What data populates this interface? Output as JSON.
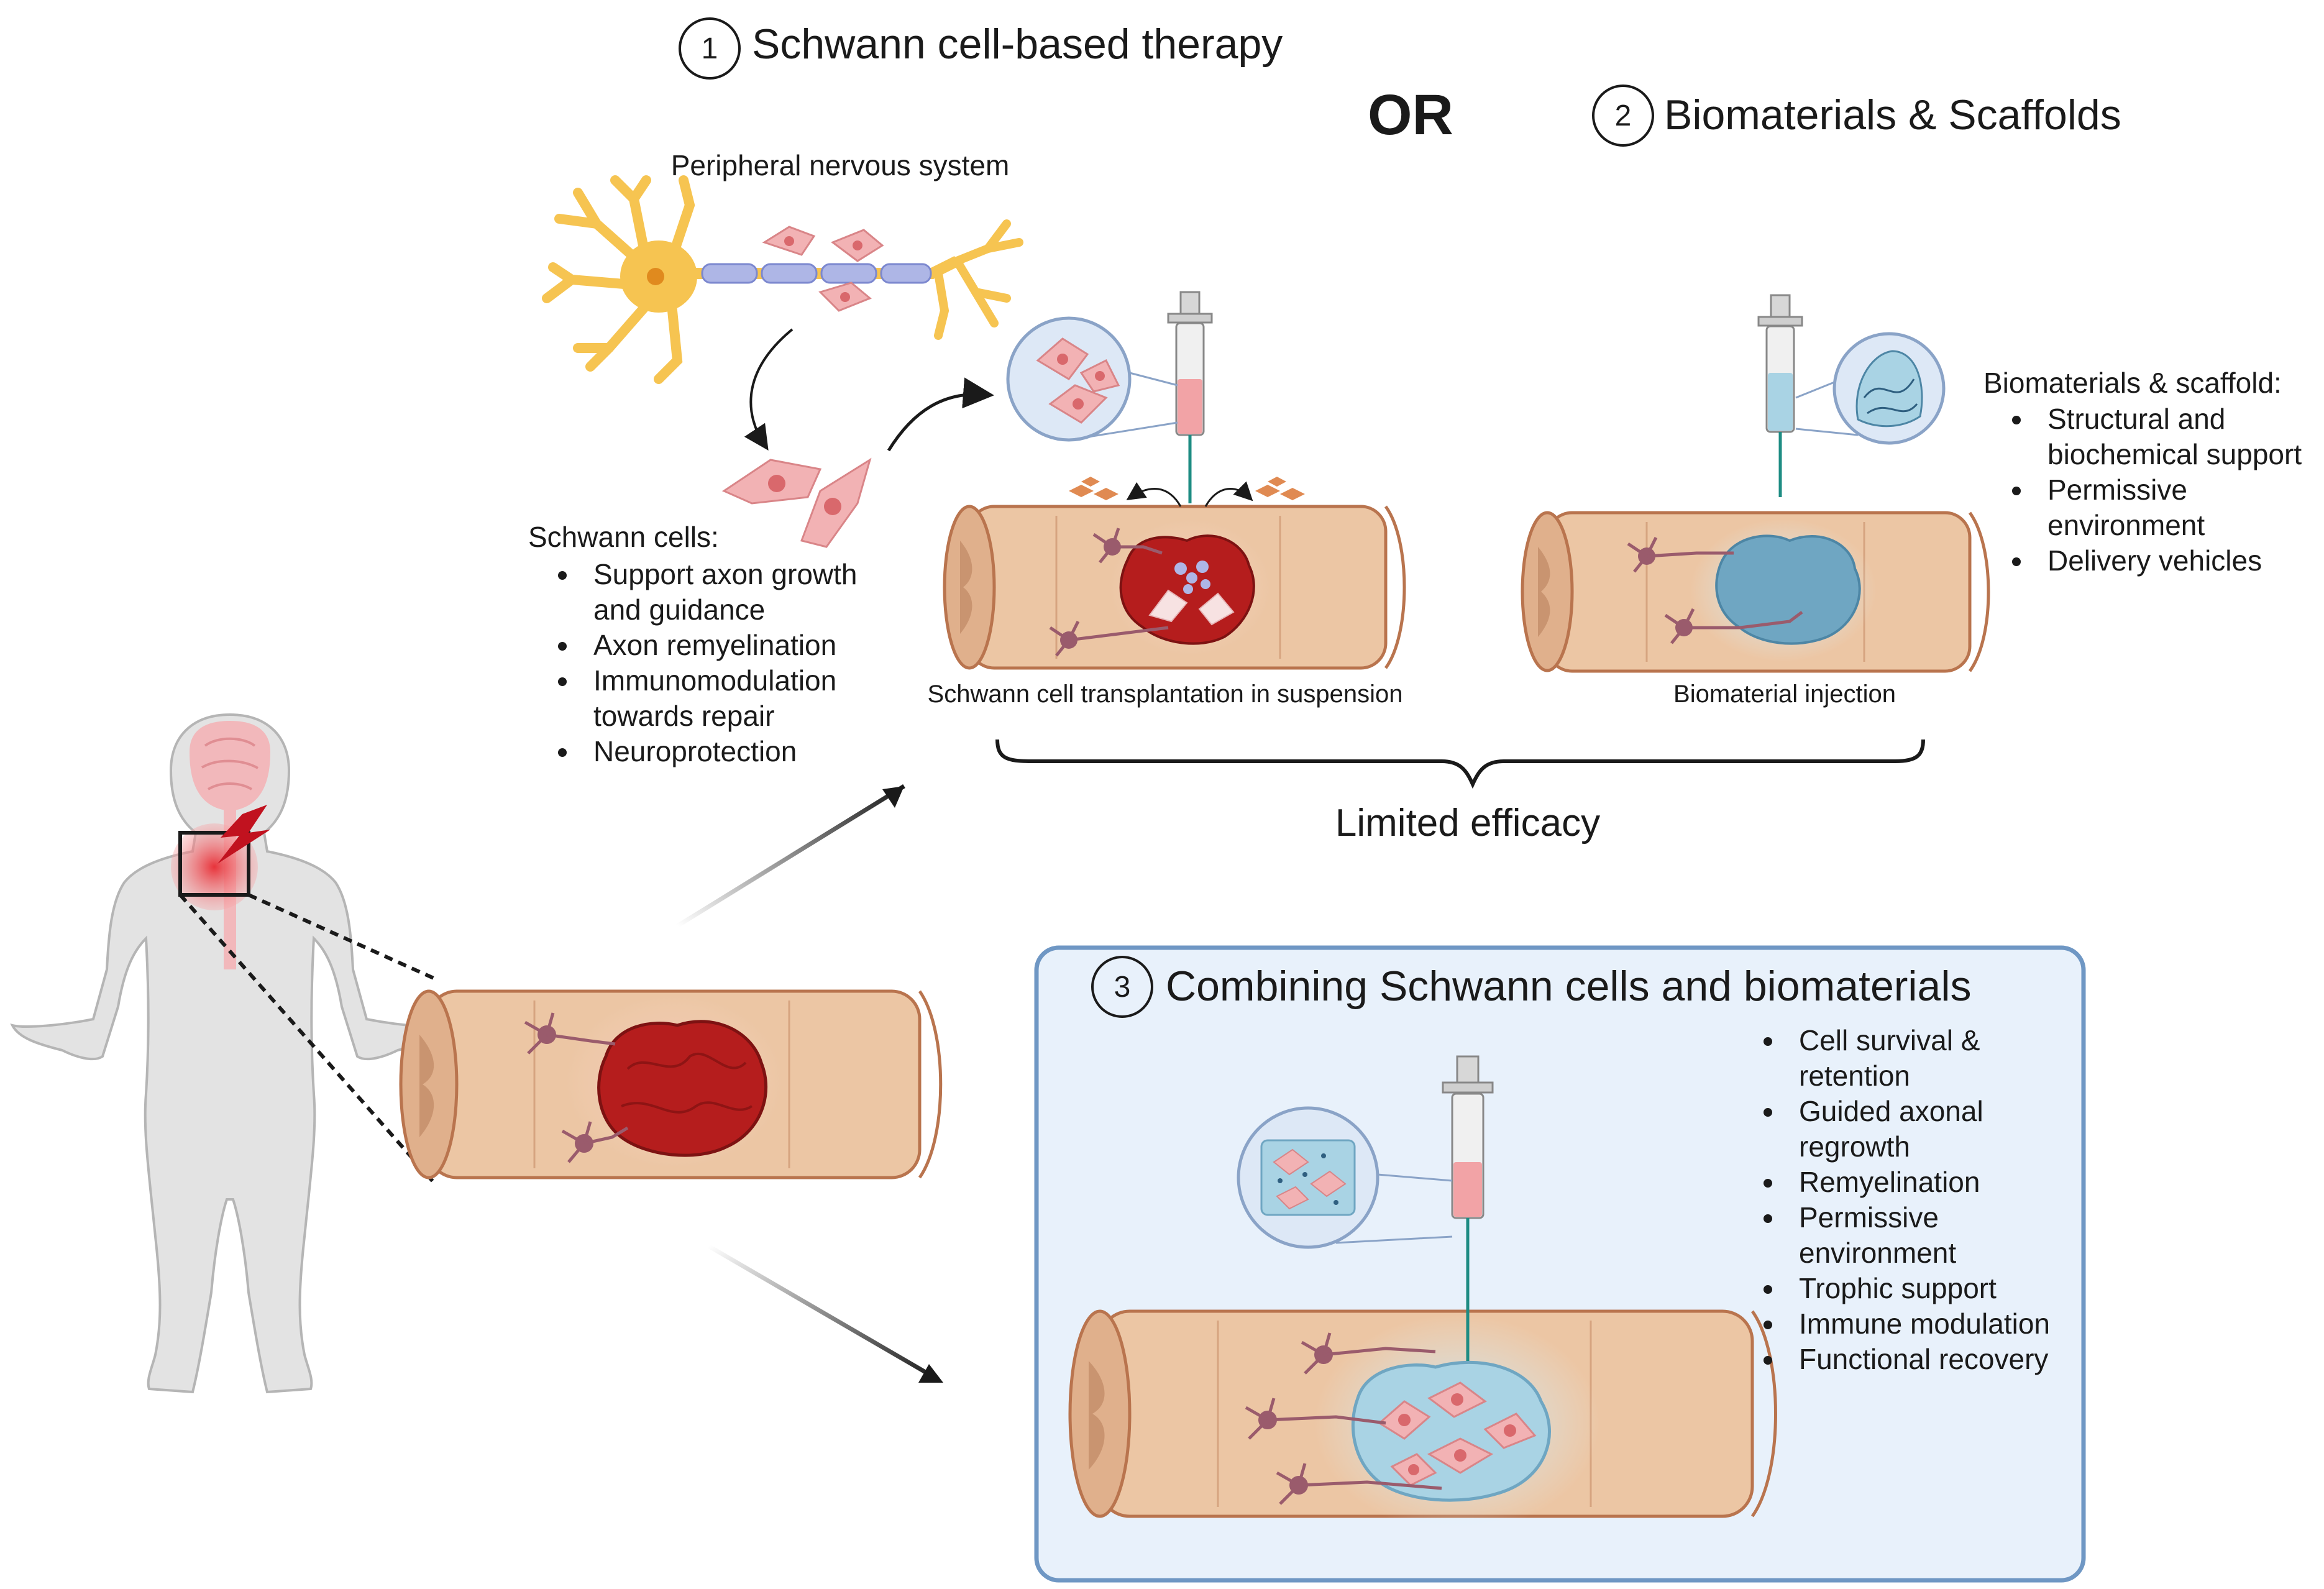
{
  "section1": {
    "number": "1",
    "title": "Schwann cell-based therapy"
  },
  "or_label": "OR",
  "section2": {
    "number": "2",
    "title": "Biomaterials & Scaffolds"
  },
  "section3": {
    "number": "3",
    "title": "Combining Schwann cells and biomaterials"
  },
  "pns_label": "Peripheral nervous system",
  "schwann_cells": {
    "heading": "Schwann cells:",
    "items": [
      [
        "Support axon growth",
        "and guidance"
      ],
      [
        "Axon remyelination"
      ],
      [
        "Immunomodulation",
        "towards repair"
      ],
      [
        "Neuroprotection"
      ]
    ]
  },
  "biomaterials": {
    "heading": "Biomaterials & scaffold:",
    "items": [
      [
        "Structural and",
        "biochemical support"
      ],
      [
        "Permissive",
        "environment"
      ],
      [
        "Delivery vehicles"
      ]
    ]
  },
  "combined_benefits": {
    "items": [
      [
        "Cell survival &",
        "retention"
      ],
      [
        "Guided axonal",
        "regrowth"
      ],
      [
        "Remyelination"
      ],
      [
        "Permissive",
        "environment"
      ],
      [
        "Trophic support"
      ],
      [
        "Immune modulation"
      ],
      [
        "Functional recovery"
      ]
    ]
  },
  "caption_transplant": "Schwann cell transplantation in suspension",
  "caption_injection": "Biomaterial injection",
  "limited_efficacy": "Limited efficacy",
  "colors": {
    "cord_fill": "#ecc6a4",
    "cord_stroke": "#b9744e",
    "lesion": "#b51d1d",
    "hydrogel": "#9fcbe0",
    "cell_pink": "#f2b2b4",
    "neuron_yellow": "#f6c451",
    "panel_bg": "#e8f1fb",
    "panel_border": "#6f97c4",
    "arrow": "#1a1a1a"
  }
}
